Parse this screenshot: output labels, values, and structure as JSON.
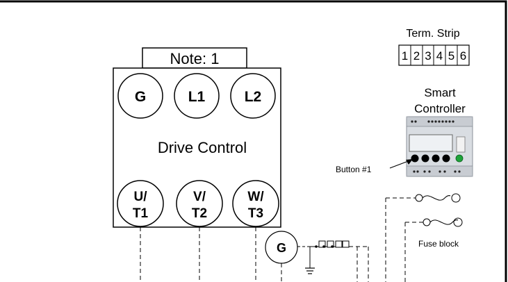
{
  "note": {
    "label": "Note: 1"
  },
  "drive": {
    "title": "Drive Control",
    "top_terminals": [
      "G",
      "L1",
      "L2"
    ],
    "bottom_terminals": [
      {
        "line1": "U/",
        "line2": "T1"
      },
      {
        "line1": "V/",
        "line2": "T2"
      },
      {
        "line1": "W/",
        "line2": "T3"
      }
    ]
  },
  "term_strip": {
    "label": "Term. Strip",
    "terminals": [
      "1",
      "2",
      "3",
      "4",
      "5",
      "6"
    ]
  },
  "smart_controller": {
    "label_line1": "Smart",
    "label_line2": "Controller",
    "button_label": "Button #1"
  },
  "ground_symbol": {
    "label": "G"
  },
  "fuse_block": {
    "label": "Fuse block"
  },
  "colors": {
    "line": "#000000",
    "controller_body": "#d9dde2",
    "controller_button": "#000000",
    "indicator_led": "#1fa43a"
  }
}
